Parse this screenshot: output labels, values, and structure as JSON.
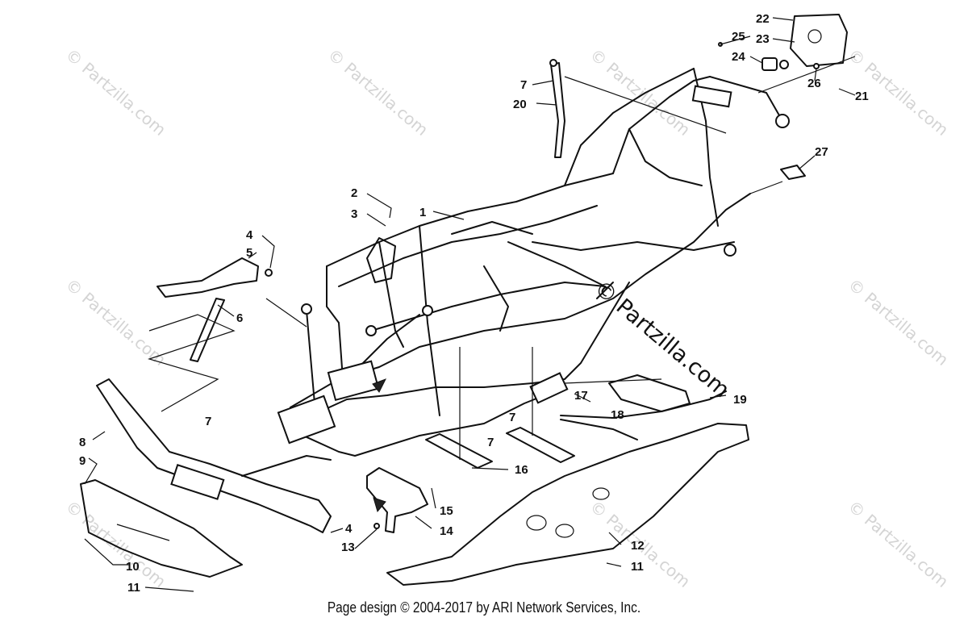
{
  "watermark": "© Partzilla.com",
  "footer": "Page design © 2004-2017 by ARI Network Services, Inc.",
  "callouts": [
    "1",
    "2",
    "3",
    "4",
    "5",
    "6",
    "7",
    "7",
    "7",
    "7",
    "8",
    "9",
    "10",
    "11",
    "11",
    "12",
    "13",
    "14",
    "15",
    "16",
    "17",
    "18",
    "19",
    "20",
    "21",
    "22",
    "23",
    "24",
    "25",
    "26",
    "27",
    "4"
  ]
}
